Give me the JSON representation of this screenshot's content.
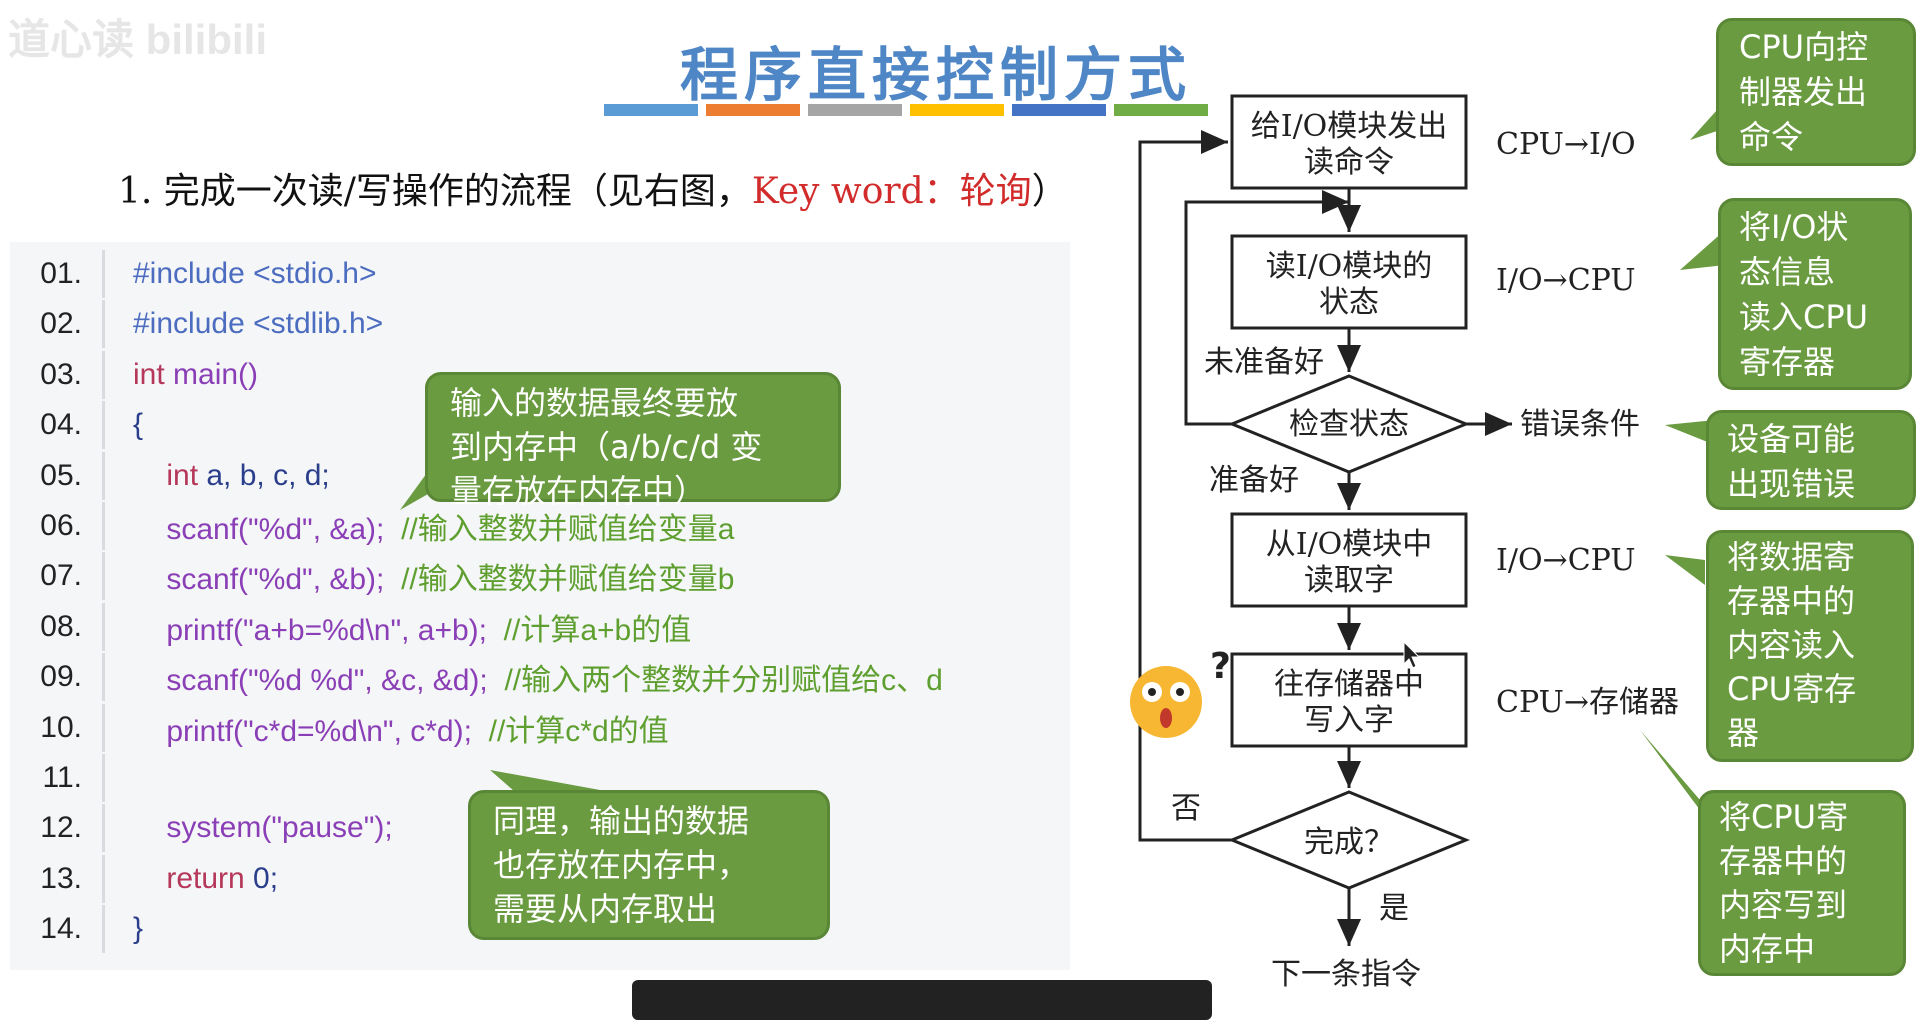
{
  "watermark": "道心读 bilibili",
  "title": "程序直接控制方式",
  "title_bar_colors": [
    "#5b9bd5",
    "#ed7d31",
    "#a5a5a5",
    "#ffc000",
    "#4472c4",
    "#70ad47"
  ],
  "subtitle": {
    "prefix": "1. 完成一次读/写操作的流程（见右图，",
    "keyword": "Key word：轮询",
    "suffix": "）"
  },
  "code_lines": [
    {
      "num": "01.",
      "segments": [
        {
          "t": "#include <stdio.h>",
          "c": "c-pre"
        }
      ]
    },
    {
      "num": "02.",
      "segments": [
        {
          "t": "#include <stdlib.h>",
          "c": "c-pre"
        }
      ]
    },
    {
      "num": "03.",
      "segments": [
        {
          "t": "int",
          "c": "c-kw"
        },
        {
          "t": " main()",
          "c": "c-fn"
        }
      ]
    },
    {
      "num": "04.",
      "segments": [
        {
          "t": "{",
          "c": "c-pl"
        }
      ]
    },
    {
      "num": "05.",
      "segments": [
        {
          "t": "    ",
          "c": "c-pl"
        },
        {
          "t": "int",
          "c": "c-kw"
        },
        {
          "t": " a, b, c, d;",
          "c": "c-pl"
        }
      ]
    },
    {
      "num": "06.",
      "segments": [
        {
          "t": "    scanf(\"%d\", &a);  ",
          "c": "c-fn"
        },
        {
          "t": "//输入整数并赋值给变量a",
          "c": "c-cm"
        }
      ]
    },
    {
      "num": "07.",
      "segments": [
        {
          "t": "    scanf(\"%d\", &b);  ",
          "c": "c-fn"
        },
        {
          "t": "//输入整数并赋值给变量b",
          "c": "c-cm"
        }
      ]
    },
    {
      "num": "08.",
      "segments": [
        {
          "t": "    printf(\"a+b=%d\\n\", a+b);  ",
          "c": "c-fn"
        },
        {
          "t": "//计算a+b的值",
          "c": "c-cm"
        }
      ]
    },
    {
      "num": "09.",
      "segments": [
        {
          "t": "    scanf(\"%d %d\", &c, &d);  ",
          "c": "c-fn"
        },
        {
          "t": "//输入两个整数并分别赋值给c、d",
          "c": "c-cm"
        }
      ]
    },
    {
      "num": "10.",
      "segments": [
        {
          "t": "    printf(\"c*d=%d\\n\", c*d);  ",
          "c": "c-fn"
        },
        {
          "t": "//计算c*d的值",
          "c": "c-cm"
        }
      ]
    },
    {
      "num": "11.",
      "segments": [
        {
          "t": "",
          "c": "c-pl"
        }
      ]
    },
    {
      "num": "12.",
      "segments": [
        {
          "t": "    system(\"pause\");",
          "c": "c-fn"
        }
      ]
    },
    {
      "num": "13.",
      "segments": [
        {
          "t": "    ",
          "c": "c-pl"
        },
        {
          "t": "return",
          "c": "c-kw"
        },
        {
          "t": " 0;",
          "c": "c-pl"
        }
      ]
    },
    {
      "num": "14.",
      "segments": [
        {
          "t": "}",
          "c": "c-pl"
        }
      ]
    }
  ],
  "code_bubbles": {
    "input": "输入的数据最终要放\n到内存中（a/b/c/d 变\n量存放在内存中）",
    "output": "同理，输出的数据\n也存放在内存中，\n需要从内存取出"
  },
  "flowchart": {
    "box1": [
      "给I/O模块发出",
      "读命令"
    ],
    "box2": [
      "读I/O模块的",
      "状态"
    ],
    "diamond_check": "检查状态",
    "not_ready": "未准备好",
    "ready": "准备好",
    "error": "错误条件",
    "box3": [
      "从I/O模块中",
      "读取字"
    ],
    "box4": [
      "往存储器中",
      "写入字"
    ],
    "diamond_done": "完成？",
    "no": "否",
    "yes": "是",
    "next": "下一条指令",
    "side_labels": [
      "CPU→I/O",
      "I/O→CPU",
      "I/O→CPU",
      "CPU→存储器"
    ]
  },
  "side_bubbles": {
    "b1": "CPU向控\n制器发出\n命令",
    "b2": "将I/O状\n态信息\n读入CPU\n寄存器",
    "b3": "设备可能\n出现错误",
    "b4": "将数据寄\n存器中的\n内容读入\nCPU寄存\n器",
    "b5": "将CPU寄\n存器中的\n内容写到\n内存中"
  },
  "colors": {
    "bubble_green": "#6a9b40",
    "title_blue": "#4f86c6",
    "keyword_red": "#d22b2b"
  },
  "icons": [
    "surprised-face-icon",
    "mouse-cursor-icon"
  ]
}
